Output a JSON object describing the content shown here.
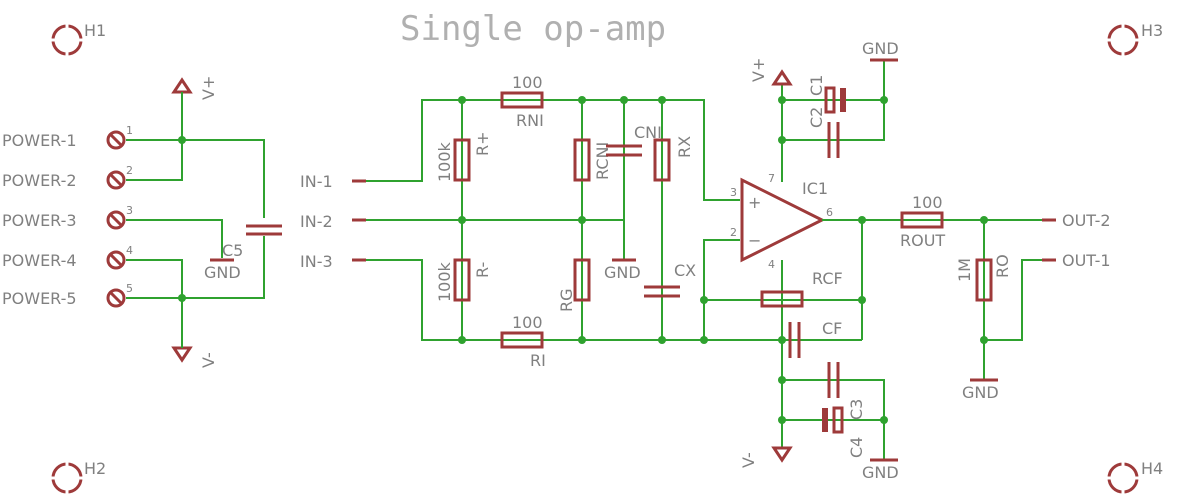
{
  "title": "Single op-amp",
  "holes": [
    "H1",
    "H2",
    "H3",
    "H4"
  ],
  "power_pins": [
    {
      "label": "POWER-1",
      "pin": "1"
    },
    {
      "label": "POWER-2",
      "pin": "2"
    },
    {
      "label": "POWER-3",
      "pin": "3"
    },
    {
      "label": "POWER-4",
      "pin": "4"
    },
    {
      "label": "POWER-5",
      "pin": "5"
    }
  ],
  "inputs": [
    "IN-1",
    "IN-2",
    "IN-3"
  ],
  "outputs": [
    "OUT-2",
    "OUT-1"
  ],
  "supply": {
    "vplus": "V+",
    "vminus": "V-",
    "gnd": "GND"
  },
  "components": {
    "c5": "C5",
    "rni": {
      "value": "100",
      "name": "RNI"
    },
    "rplus": {
      "value": "100k",
      "name": "R+"
    },
    "rminus": {
      "value": "100k",
      "name": "R-"
    },
    "ri": {
      "value": "100",
      "name": "RI"
    },
    "rcni": "RCNI",
    "cni": "CNI",
    "rx": "RX",
    "rg": "RG",
    "cx": "CX",
    "c1": "C1",
    "c2": "C2",
    "c3": "C3",
    "c4": "C4",
    "rcf": "RCF",
    "cf": "CF",
    "rout": {
      "value": "100",
      "name": "ROUT"
    },
    "ro": {
      "value": "1M",
      "name": "RO"
    }
  },
  "ic": {
    "name": "IC1",
    "pins": {
      "p3": "3",
      "p2": "2",
      "p7": "7",
      "p4": "4",
      "p6": "6"
    },
    "plus": "+",
    "minus": "−"
  }
}
